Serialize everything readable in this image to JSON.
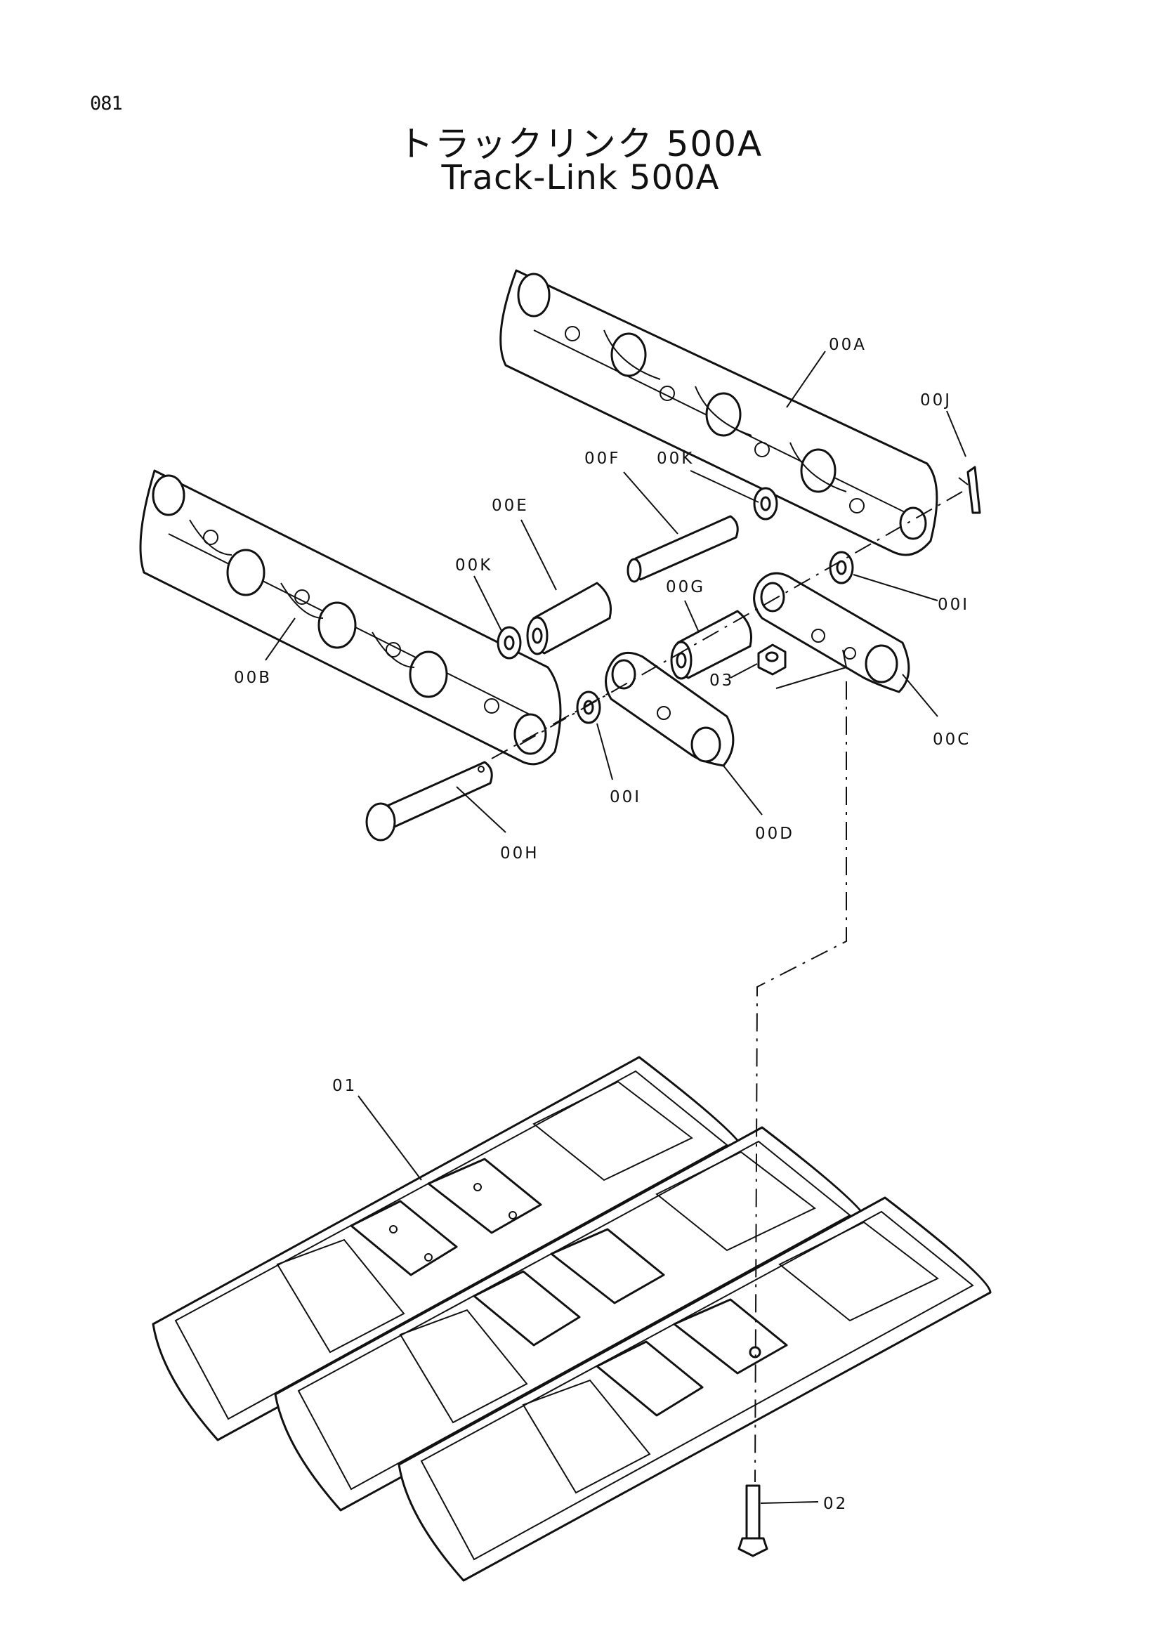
{
  "page": {
    "number": "081"
  },
  "title": {
    "japanese": "トラックリンク 500A",
    "english": "Track-Link 500A"
  },
  "callouts": {
    "c00A": "00A",
    "c00J": "00J",
    "c00F": "00F",
    "c00K_top": "00K",
    "c00E": "00E",
    "c00K_left": "00K",
    "c00I_right": "00I",
    "c00G": "00G",
    "c03": "03",
    "c00B": "00B",
    "c00C": "00C",
    "c00I_mid": "00I",
    "c00D": "00D",
    "c00H": "00H",
    "c01": "01",
    "c02": "02"
  }
}
